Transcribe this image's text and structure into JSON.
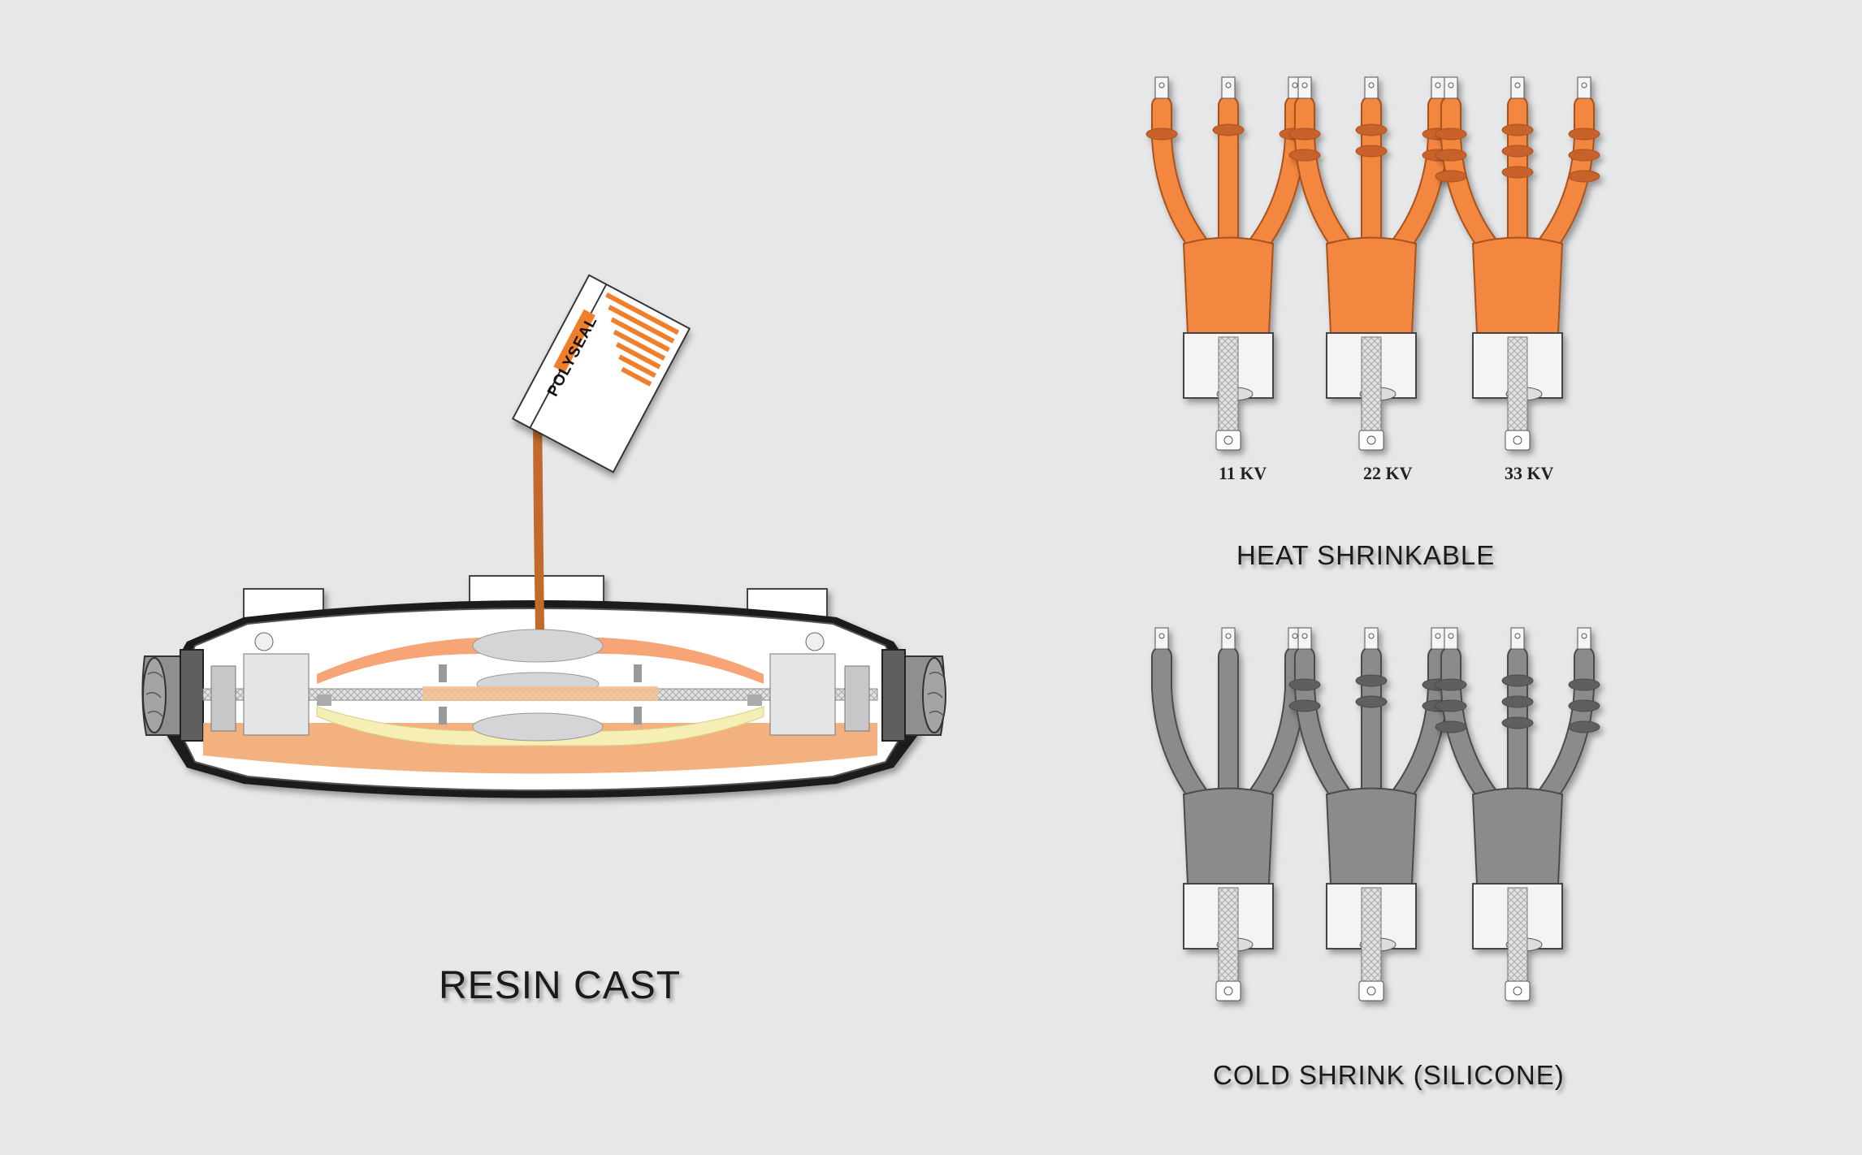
{
  "colors": {
    "background": "#e6e7e9",
    "heat_shrink": "#f4873f",
    "cold_shrink": "#8a8b8d",
    "resin": "#f2a36a",
    "resin_stream": "#c2692c",
    "box_accent": "#f07f2c"
  },
  "resin_cast": {
    "label": "RESIN CAST",
    "box": {
      "brand": "POLYSEAL"
    }
  },
  "heat_shrinkable": {
    "label": "HEAT SHRINKABLE",
    "kits": [
      {
        "kv": "11 KV",
        "sheds": 1
      },
      {
        "kv": "22 KV",
        "sheds": 2
      },
      {
        "kv": "33 KV",
        "sheds": 3
      }
    ]
  },
  "cold_shrink": {
    "label": "COLD SHRINK (SILICONE)",
    "kits": [
      {
        "sheds": 0
      },
      {
        "sheds": 2
      },
      {
        "sheds": 3
      }
    ]
  }
}
